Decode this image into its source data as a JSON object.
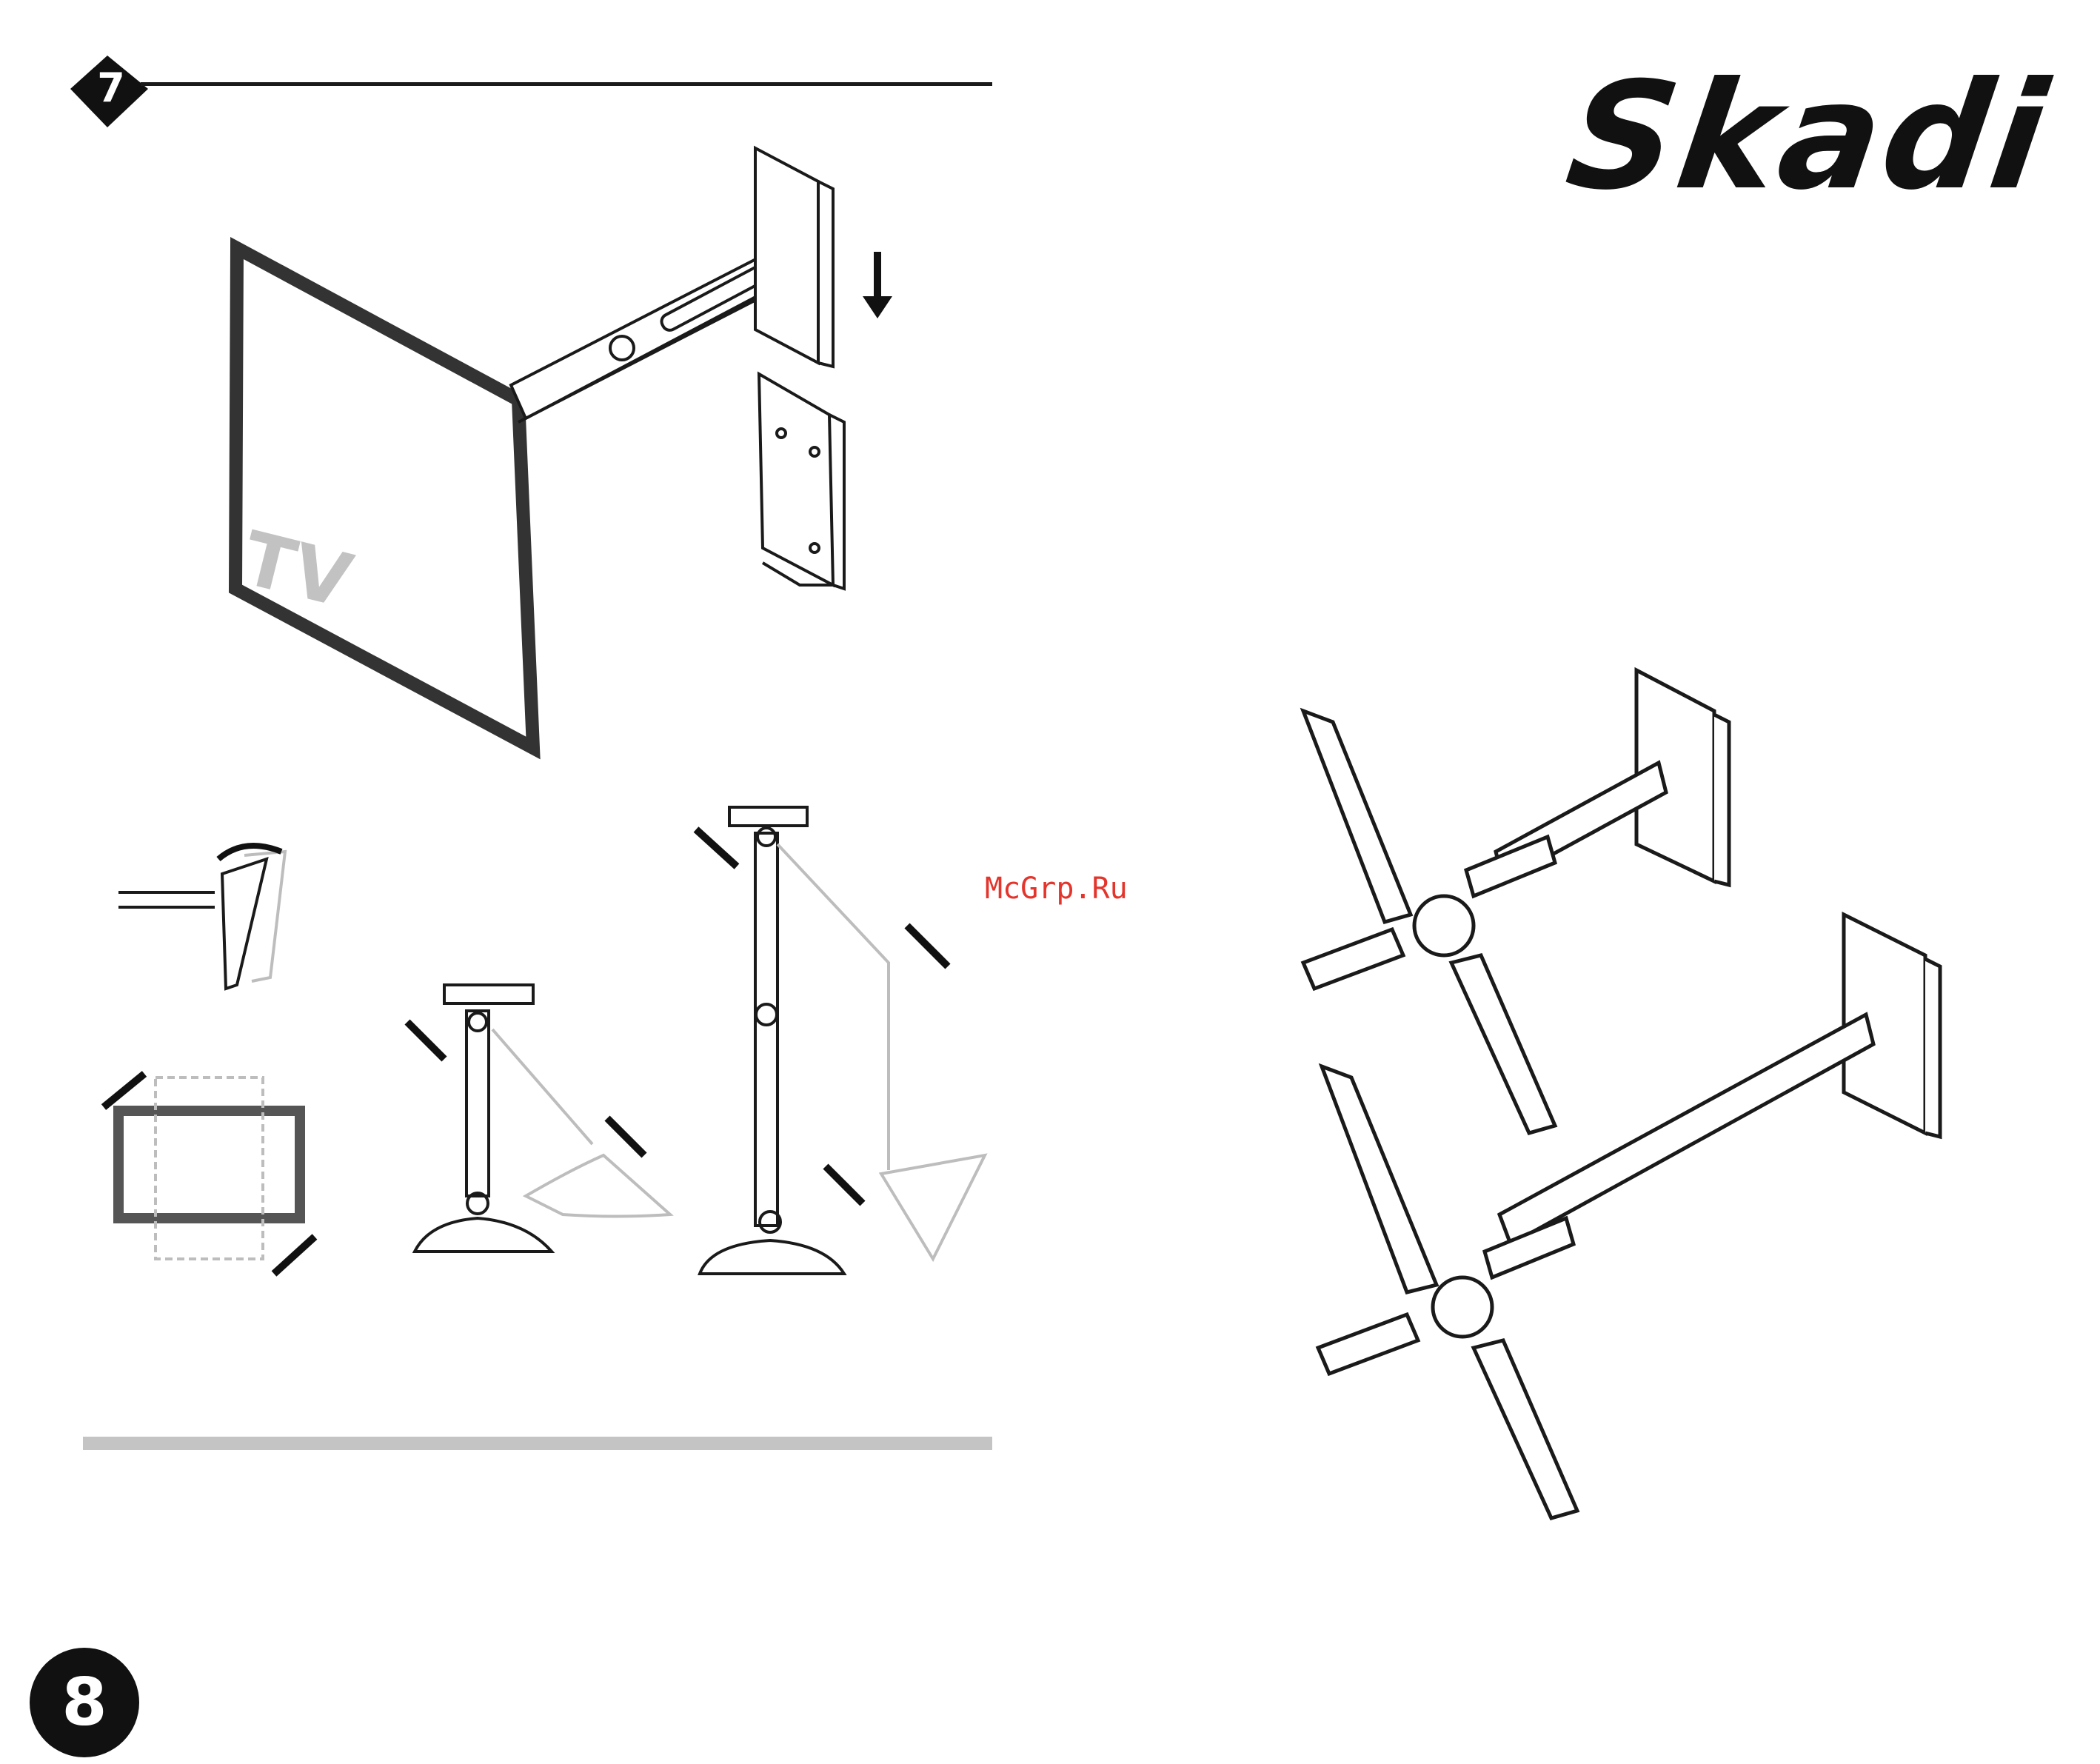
{
  "step": {
    "number": "7"
  },
  "brand": {
    "logo_text": "Skadi"
  },
  "figure_tv": {
    "label": "TV"
  },
  "watermark": {
    "text": "McGrp.Ru"
  },
  "page": {
    "number": "8"
  },
  "colors": {
    "line": "#1a1a1a",
    "ghost": "#bdbdbd",
    "rule": "#c4c4c4",
    "watermark": "#e3352c"
  },
  "icons": [
    "step-badge-icon",
    "rotate-arrow-icon",
    "down-arrow-icon"
  ]
}
